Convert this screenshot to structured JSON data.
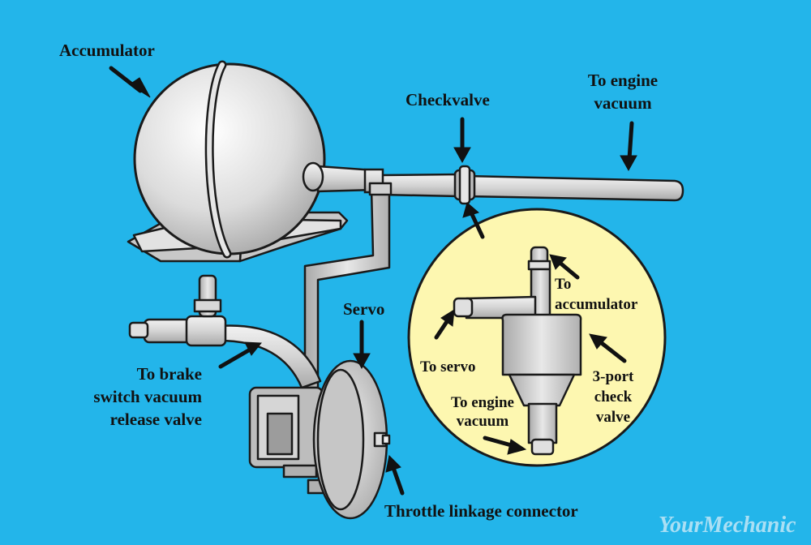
{
  "colors": {
    "background": "#23b5ea",
    "metal": "#d9d9d9",
    "inset_circle": "#fdf7b0",
    "outline": "#1a1a1a",
    "label": "#111111"
  },
  "labels": {
    "accumulator": "Accumulator",
    "checkvalve": "Checkvalve",
    "to_engine_vacuum_line1": "To engine",
    "to_engine_vacuum_line2": "vacuum",
    "servo": "Servo",
    "brake_line1": "To brake",
    "brake_line2": "switch vacuum",
    "brake_line3": "release valve",
    "throttle": "Throttle linkage connector"
  },
  "inset": {
    "to_accumulator_line1": "To",
    "to_accumulator_line2": "accumulator",
    "to_servo": "To servo",
    "to_engine_line1": "To engine",
    "to_engine_line2": "vacuum",
    "three_port_line1": "3-port",
    "three_port_line2": "check",
    "three_port_line3": "valve"
  },
  "watermark": "YourMechanic"
}
